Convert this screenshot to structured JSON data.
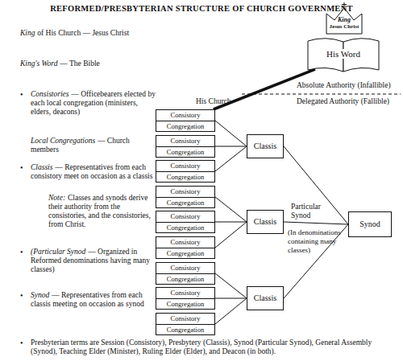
{
  "diagram": {
    "title": "REFORMED/PRESBYTERIAN STRUCTURE OF CHURCH GOVERNMENT",
    "nodes": [
      {
        "text": [
          "King",
          "Jesus Christ"
        ]
      },
      {
        "text": [
          "His Word"
        ]
      },
      {
        "text": [
          "Consistory",
          "Congregation"
        ]
      },
      {
        "text": [
          "Consistory",
          "Congregation"
        ]
      },
      {
        "text": [
          "Consistory",
          "Congregation"
        ]
      },
      {
        "text": [
          "Consistory",
          "Congregation"
        ]
      },
      {
        "text": [
          "Consistory",
          "Congregation"
        ]
      },
      {
        "text": [
          "Consistory",
          "Congregation"
        ]
      },
      {
        "text": [
          "Consistory",
          "Congregation"
        ]
      },
      {
        "text": [
          "Consistory",
          "Congregation"
        ]
      },
      {
        "text": [
          "Consistory",
          "Congregation"
        ]
      },
      {
        "text": [
          "Classis"
        ]
      },
      {
        "text": [
          "Classis"
        ]
      },
      {
        "text": [
          "Classis"
        ]
      },
      {
        "text": [
          "Synod"
        ]
      }
    ],
    "edges": [
      {
        "from": 1,
        "to": 2,
        "arrow": "none"
      },
      {
        "from": 2,
        "to": 11,
        "arrow": "none"
      },
      {
        "from": 3,
        "to": 11,
        "arrow": "none"
      },
      {
        "from": 4,
        "to": 11,
        "arrow": "none"
      },
      {
        "from": 5,
        "to": 12,
        "arrow": "none"
      },
      {
        "from": 6,
        "to": 12,
        "arrow": "none"
      },
      {
        "from": 7,
        "to": 12,
        "arrow": "none"
      },
      {
        "from": 8,
        "to": 13,
        "arrow": "none"
      },
      {
        "from": 9,
        "to": 13,
        "arrow": "none"
      },
      {
        "from": 10,
        "to": 13,
        "arrow": "none"
      },
      {
        "from": 11,
        "to": 14,
        "arrow": "none"
      },
      {
        "from": 12,
        "to": 14,
        "arrow": "none"
      },
      {
        "from": 13,
        "to": 14,
        "arrow": "none"
      }
    ],
    "labels": [
      "King",
      "of His Church — Jesus Christ",
      "King's Word",
      "— The Bible",
      "•",
      "Consistories",
      "— Officebearers elected by each local congregation (ministers, elders, deacons)",
      "Local Congregations",
      "— Church members",
      "•",
      "Classis",
      "— Representatives from each consistory meet on occasion as a classis",
      "Note:",
      "Classes and synods derive their authority from the consistories, and the consistories, from Christ.",
      "•",
      "(Particular Synod",
      "— Organized in Reformed denominations having many classes)",
      "•",
      "Synod",
      "— Representatives from each classis meeting on occasion as synod",
      "•",
      "Presbyterian terms are Session (Consistory), Presbytery (Classis), Synod (Particular Synod), General Assembly (Synod), Teaching Elder (Minister), Ruling Elder (Elder), and Deacon (in both).",
      "His Church",
      "Absolute Authority (Infallible)",
      "Delegated Authority (Fallible)",
      "Particular Synod",
      "(In denominations containing many classes)"
    ]
  }
}
